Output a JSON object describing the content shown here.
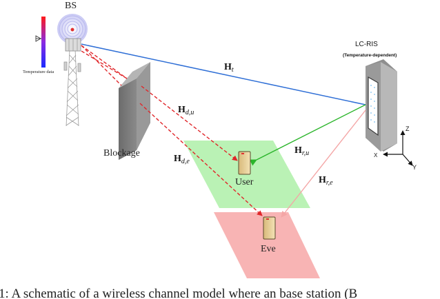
{
  "labels": {
    "bs": "BS",
    "temperature": "Temperature data",
    "lcris": "LC-RIS",
    "lcris_sub": "(Temperature-dependent)",
    "blockage": "Blockage",
    "user": "User",
    "eve": "Eve"
  },
  "channels": {
    "ht": {
      "main": "H",
      "sub": "t"
    },
    "hdu": {
      "main": "H",
      "sub": "d,u"
    },
    "hde": {
      "main": "H",
      "sub": "d,e"
    },
    "hru": {
      "main": "H",
      "sub": "r,u"
    },
    "hre": {
      "main": "H",
      "sub": "r,e"
    }
  },
  "axes": {
    "z": "Z",
    "x": "X",
    "y": "Y"
  },
  "caption": "1: A schematic of a wireless channel model where an base station (B",
  "colors": {
    "ht": "#2f6fd6",
    "direct": "#e0262a",
    "hru": "#2bb52b",
    "hre": "#f4a6a6",
    "user_area": "#aef0a8",
    "eve_area": "#f7a7a7"
  },
  "icons": {
    "thermometer": "thermometer-icon",
    "tower": "bs-tower-icon",
    "ris": "ris-panel-icon",
    "phone": "phone-icon"
  }
}
